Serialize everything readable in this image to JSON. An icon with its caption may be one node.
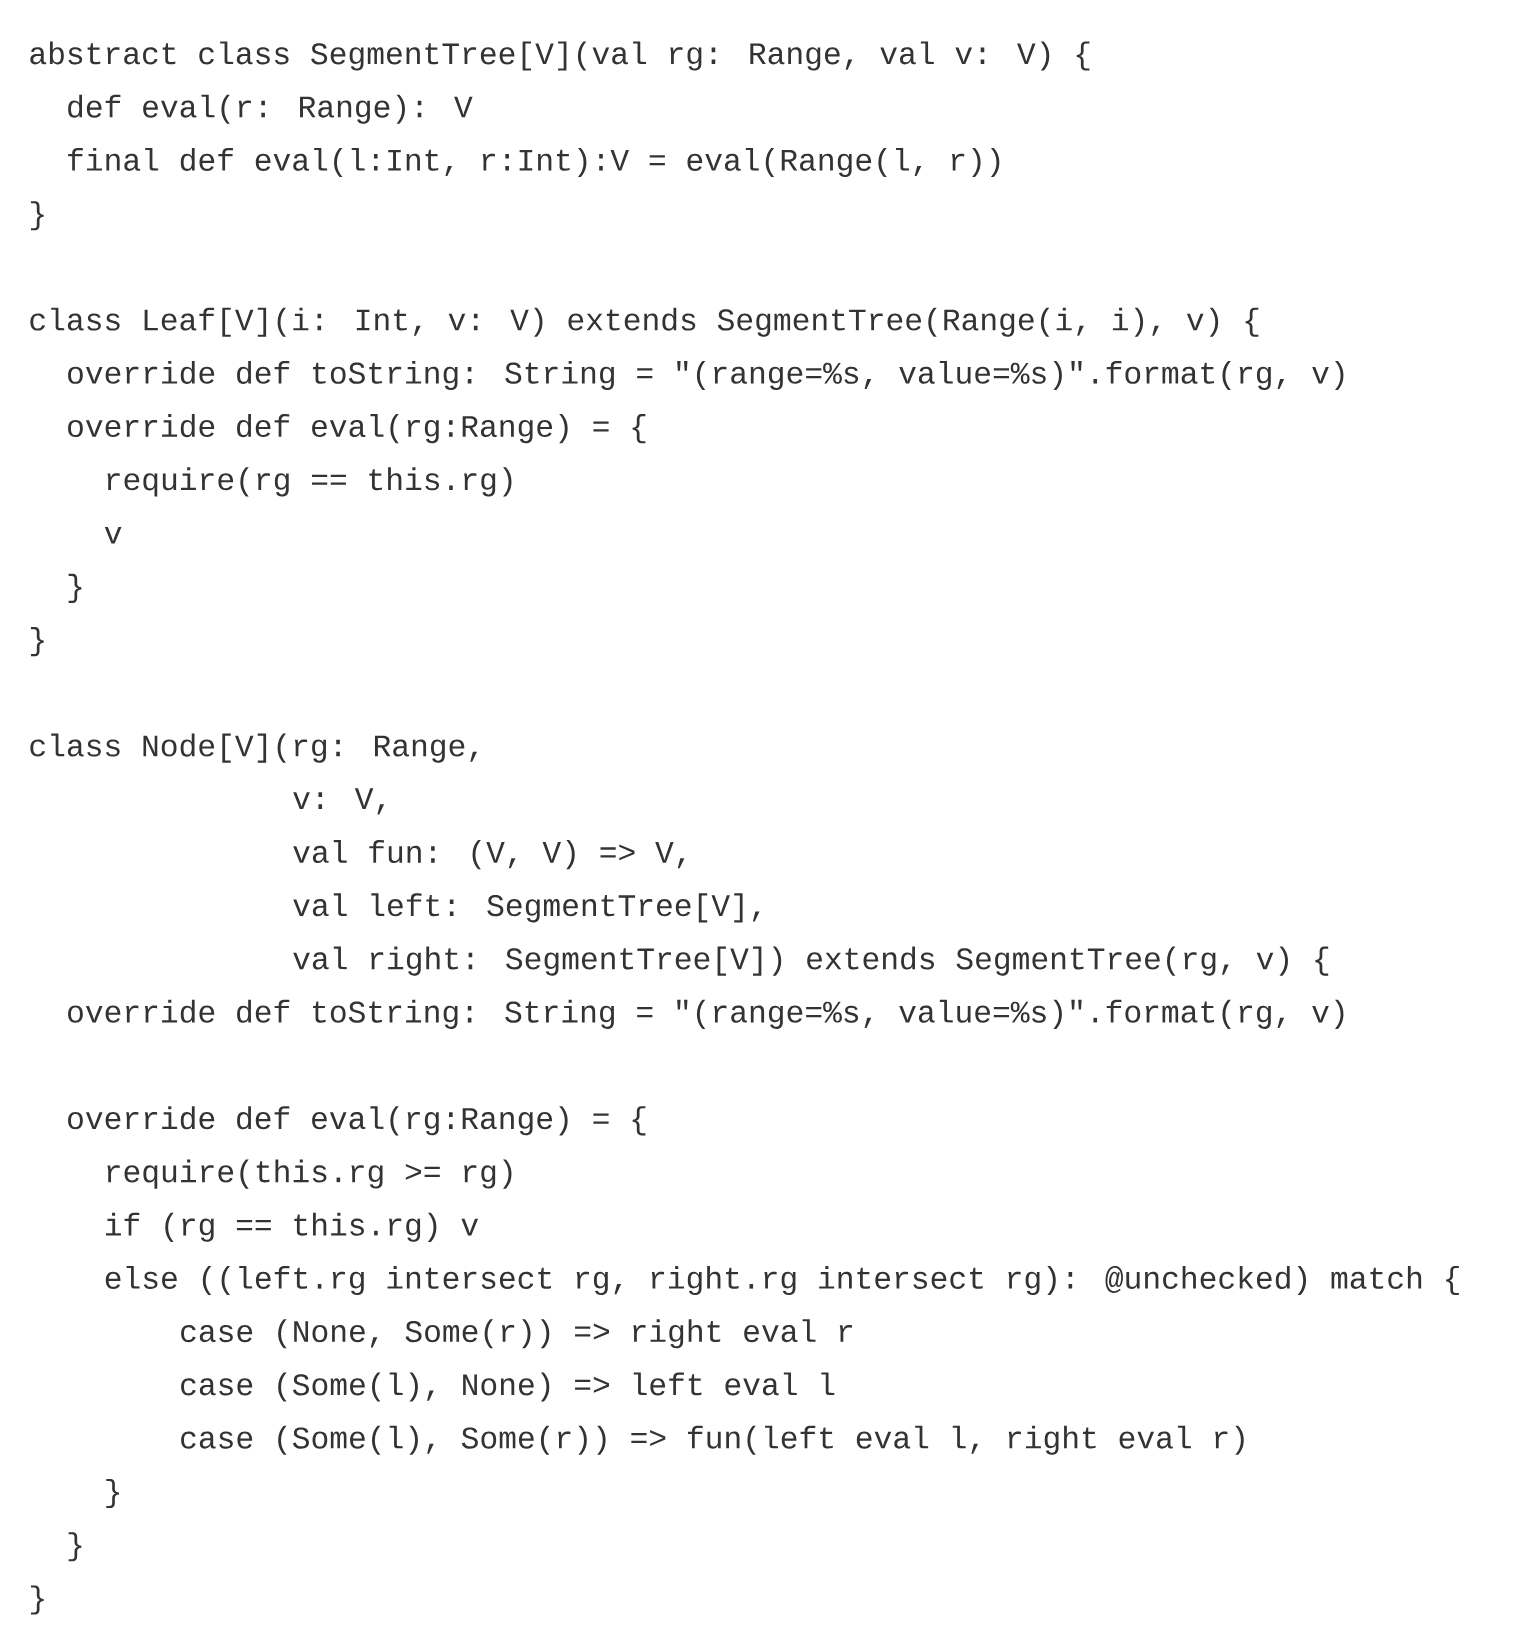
{
  "diagram": {
    "labels": [
      "abstract class SegmentTree[V](val rg: Range, val v: V) {",
      "def eval(r: Range): V",
      "final def eval(l:Int, r:Int):V = eval(Range(l, r))",
      "}",
      "class Leaf[V](i: Int, v: V) extends SegmentTree(Range(i, i), v) {",
      "override def toString: String = \"(range=%s, value=%s)\".format(rg, v)",
      "override def eval(rg:Range) = {",
      "require(rg == this.rg)",
      "v",
      "}",
      "}",
      "class Node[V](rg: Range,",
      "v: V,",
      "val fun: (V, V) => V,",
      "val left: SegmentTree[V],",
      "val right: SegmentTree[V]) extends SegmentTree(rg, v) {",
      "override def toString: String = \"(range=%s, value=%s)\".format(rg, v)",
      "override def eval(rg:Range) = {",
      "require(this.rg >= rg)",
      "if (rg == this.rg) v",
      "else ((left.rg intersect rg, right.rg intersect rg): @unchecked) match {",
      "case (None, Some(r)) => right eval r",
      "case (Some(l), None) => left eval l",
      "case (Some(l), Some(r)) => fun(left eval l, right eval r)",
      "}",
      "}",
      "}"
    ]
  }
}
